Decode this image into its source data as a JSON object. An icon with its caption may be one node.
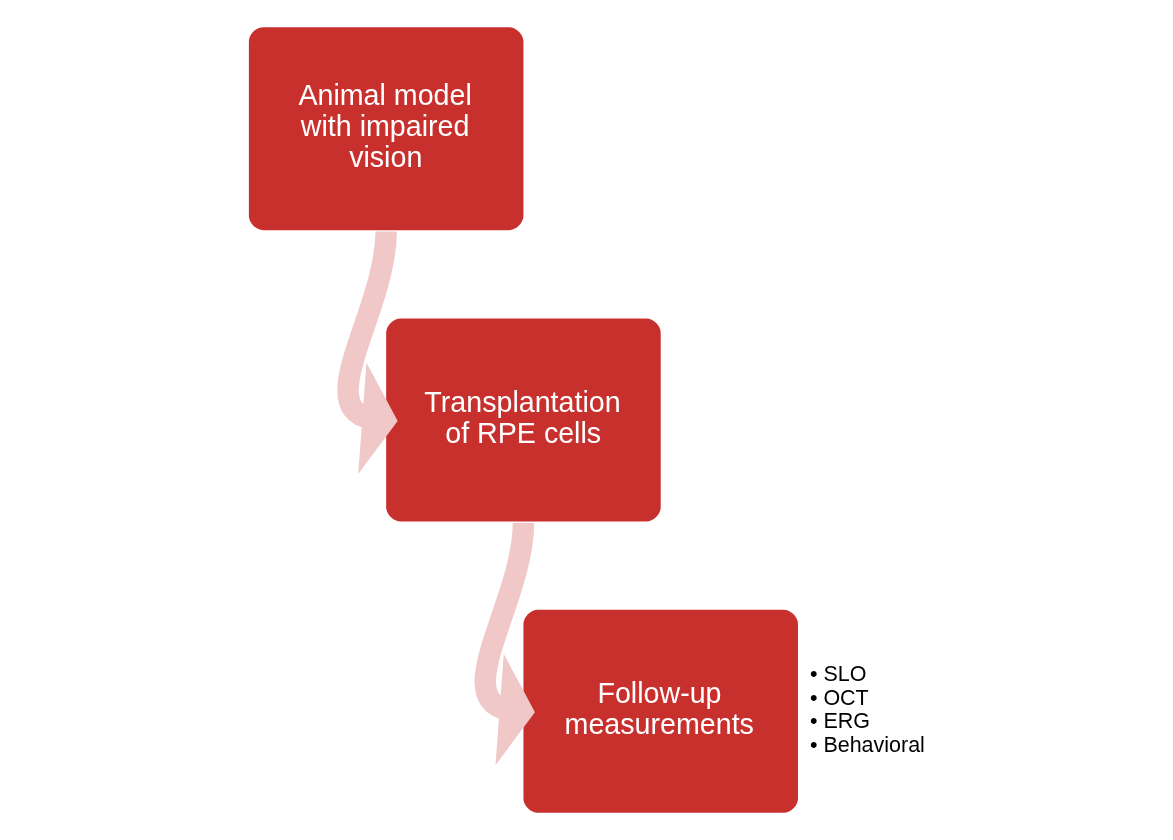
{
  "diagram": {
    "nodes": [
      {
        "text": [
          "Animal model with impaired vision"
        ]
      },
      {
        "text": [
          "Transplantation of RPE cells"
        ]
      },
      {
        "text": [
          "Follow-up measurements"
        ],
        "beside": [
          "• SLO",
          "• OCT",
          "• ERG",
          "• Behavioral"
        ]
      }
    ],
    "edges": [
      {
        "from": 0,
        "to": 1,
        "arrow": "to"
      },
      {
        "from": 1,
        "to": 2,
        "arrow": "to"
      }
    ]
  }
}
